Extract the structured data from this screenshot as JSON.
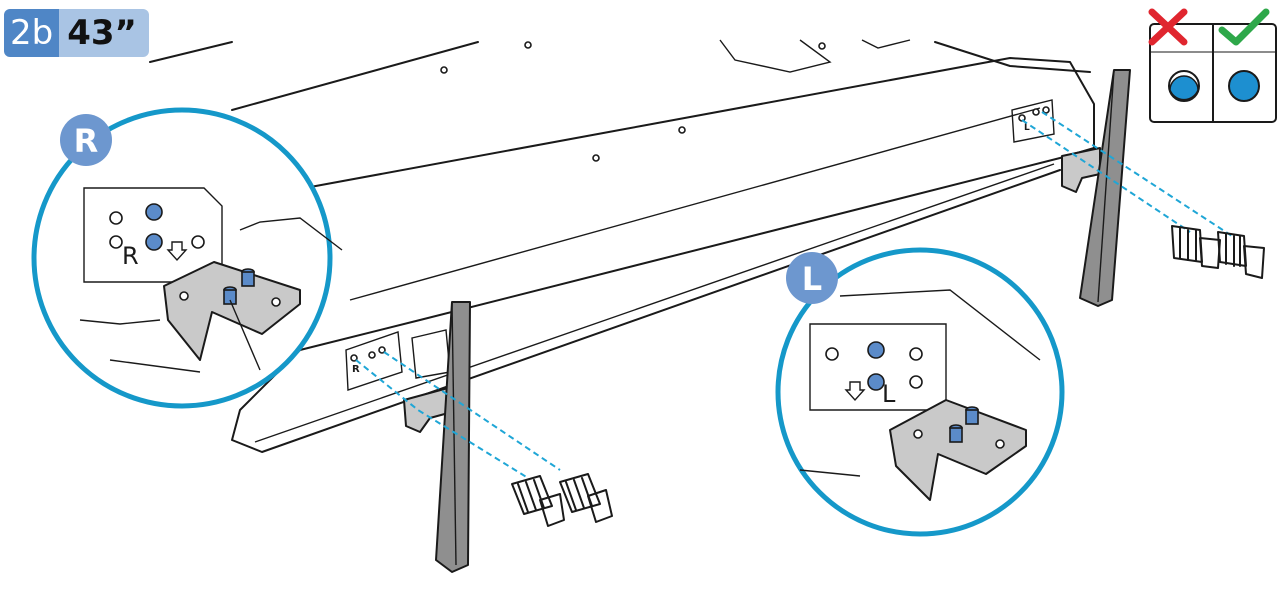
{
  "step": {
    "number": "2b",
    "size": "43”"
  },
  "callouts": {
    "right_label": "R",
    "left_label": "L"
  },
  "bracket_marks": {
    "right": "R",
    "left": "L"
  },
  "legend": {
    "wrong_icon": "cross-icon",
    "right_icon": "check-icon"
  },
  "colors": {
    "accent_blue": "#4f86c6",
    "callout_ring": "#1598c9",
    "dashed_guide": "#1fa6d6",
    "pin_blue": "#5b8bc9",
    "wrong_red": "#e0262f",
    "right_green": "#2ea84a"
  }
}
